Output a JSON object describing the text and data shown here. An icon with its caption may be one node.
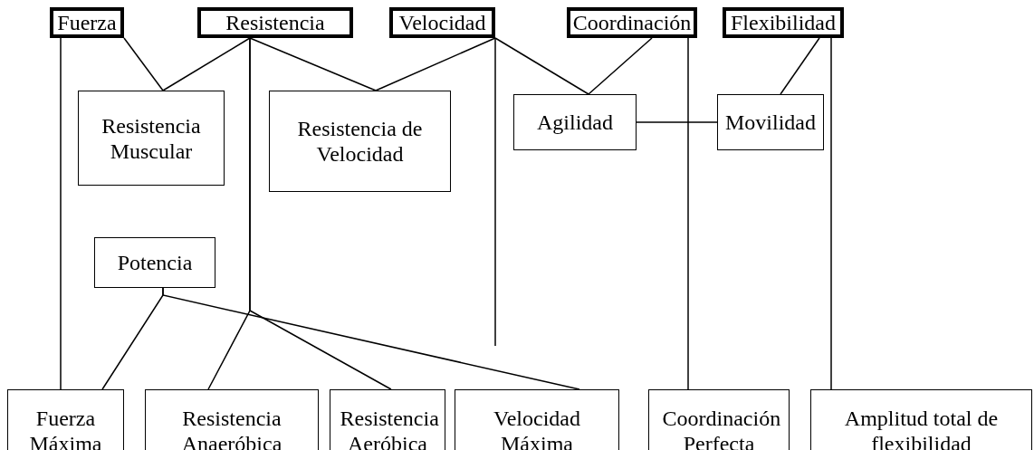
{
  "diagram": {
    "nodes": [
      {
        "text": [
          "Fuerza"
        ]
      },
      {
        "text": [
          "Resistencia"
        ]
      },
      {
        "text": [
          "Velocidad"
        ]
      },
      {
        "text": [
          "Coordinación"
        ]
      },
      {
        "text": [
          "Flexibilidad"
        ]
      },
      {
        "text": [
          "Resistencia Muscular"
        ]
      },
      {
        "text": [
          "Resistencia de Velocidad"
        ]
      },
      {
        "text": [
          "Agilidad"
        ]
      },
      {
        "text": [
          "Movilidad"
        ]
      },
      {
        "text": [
          "Potencia"
        ]
      },
      {
        "text": [
          "Fuerza Máxima"
        ]
      },
      {
        "text": [
          "Resistencia Anaeróbica"
        ]
      },
      {
        "text": [
          "Resistencia Aeróbica"
        ]
      },
      {
        "text": [
          "Velocidad Máxima"
        ]
      },
      {
        "text": [
          "Coordinación Perfecta"
        ]
      },
      {
        "text": [
          "Amplitud total de flexibilidad"
        ]
      }
    ],
    "edges": [
      {
        "from": 0,
        "to": 10,
        "arrow": "none"
      },
      {
        "from": 0,
        "to": 5,
        "arrow": "none"
      },
      {
        "from": 1,
        "to": 5,
        "arrow": "none"
      },
      {
        "from": 1,
        "to": 6,
        "arrow": "none"
      },
      {
        "from": 2,
        "to": 6,
        "arrow": "none"
      },
      {
        "from": 1,
        "to": 11,
        "arrow": "none"
      },
      {
        "from": 1,
        "to": 12,
        "arrow": "none"
      },
      {
        "from": 2,
        "to": null,
        "arrow": "none"
      },
      {
        "from": 2,
        "to": 7,
        "arrow": "none"
      },
      {
        "from": 3,
        "to": 7,
        "arrow": "none"
      },
      {
        "from": 3,
        "to": 14,
        "arrow": "none"
      },
      {
        "from": 4,
        "to": 8,
        "arrow": "none"
      },
      {
        "from": 4,
        "to": 15,
        "arrow": "none"
      },
      {
        "from": 7,
        "to": 8,
        "arrow": "none"
      },
      {
        "from": 9,
        "to": 10,
        "arrow": "none"
      },
      {
        "from": 9,
        "to": 13,
        "arrow": "none"
      }
    ]
  }
}
